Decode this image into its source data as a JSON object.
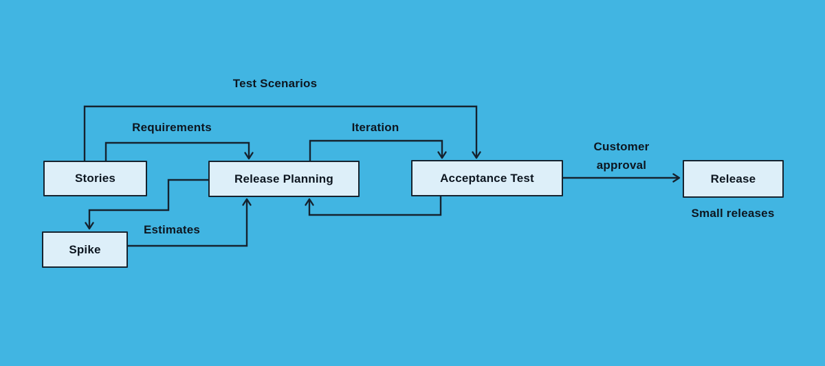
{
  "colors": {
    "background": "#41b5e2",
    "node_fill": "#ddeff9",
    "node_border": "#15222e",
    "line": "#15222e",
    "text": "#0d1620"
  },
  "diagram": {
    "nodes": [
      {
        "id": "stories",
        "label": "Stories"
      },
      {
        "id": "release-planning",
        "label": "Release Planning"
      },
      {
        "id": "acceptance-test",
        "label": "Acceptance Test"
      },
      {
        "id": "release",
        "label": "Release"
      },
      {
        "id": "spike",
        "label": "Spike"
      }
    ],
    "edges": [
      {
        "from": "Stories",
        "to": "Acceptance Test",
        "label": "Test Scenarios"
      },
      {
        "from": "Stories",
        "to": "Release Planning",
        "label": "Requirements"
      },
      {
        "from": "Release Planning",
        "to": "Acceptance Test",
        "label": "Iteration"
      },
      {
        "from": "Acceptance Test",
        "to": "Release Planning",
        "label": ""
      },
      {
        "from": "Release Planning",
        "to": "Spike",
        "label": ""
      },
      {
        "from": "Spike",
        "to": "Release Planning",
        "label": "Estimates"
      },
      {
        "from": "Acceptance Test",
        "to": "Release",
        "label": "Customer approval"
      }
    ],
    "annotations": [
      {
        "near": "Release",
        "text": "Small releases"
      }
    ]
  }
}
